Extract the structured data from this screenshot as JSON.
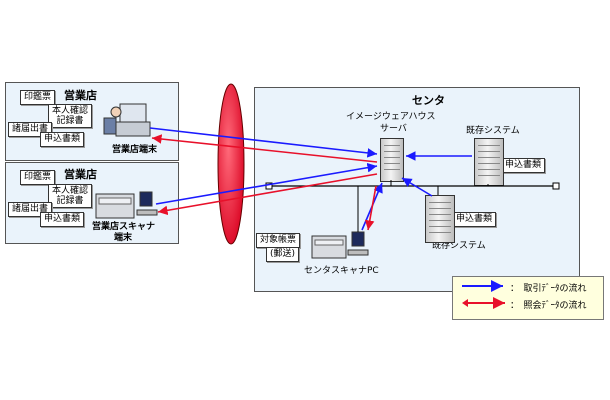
{
  "branch_top": {
    "title": "営業店",
    "docs": [
      "印鑑票",
      "本人確認記録書",
      "諸届出書",
      "申込書類"
    ],
    "terminal_label": "営業店端末"
  },
  "branch_bottom": {
    "title": "営業店",
    "docs": [
      "印鑑票",
      "本人確認記録書",
      "諸届出書",
      "申込書類"
    ],
    "terminal_label_line1": "営業店スキャナ",
    "terminal_label_line2": "端末"
  },
  "center": {
    "title": "センタ",
    "image_server_line1": "イメージウェアハウス",
    "image_server_line2": "サーバ",
    "existing_system_top": "既存システム",
    "existing_system_top_doc": "申込書類",
    "existing_system_bottom": "既存システム",
    "existing_system_bottom_doc": "申込書類",
    "scanner_docs_line1": "対象帳票",
    "scanner_docs_line2": "(郵送)",
    "scanner_label": "センタスキャナPC"
  },
  "legend": {
    "items": [
      {
        "label": "：　取引ﾃﾞｰﾀの流れ",
        "color": "#1a1aff"
      },
      {
        "label": "：　照会ﾃﾞｰﾀの流れ",
        "color": "#e8102a"
      }
    ]
  },
  "colors": {
    "blue_flow": "#1a1aff",
    "red_flow": "#e8102a",
    "panel_bg": "#eaf3fb",
    "ellipse": "#e8102a"
  }
}
